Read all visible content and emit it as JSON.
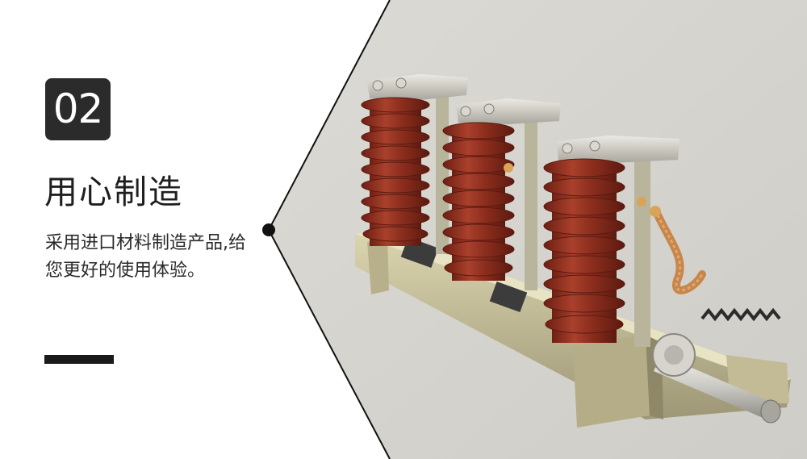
{
  "badge": {
    "number": "02"
  },
  "heading": {
    "title": "用心制造"
  },
  "body": {
    "description": "采用进口材料制造产品,给您更好的使用体验。"
  },
  "colors": {
    "badge_bg": "#2b2b2b",
    "panel_bg": "#d8d6d0",
    "insulator": "#8a2b1c",
    "accent_bar": "#1a1a1a"
  },
  "icons": {
    "divider_marker": "dot-icon"
  }
}
